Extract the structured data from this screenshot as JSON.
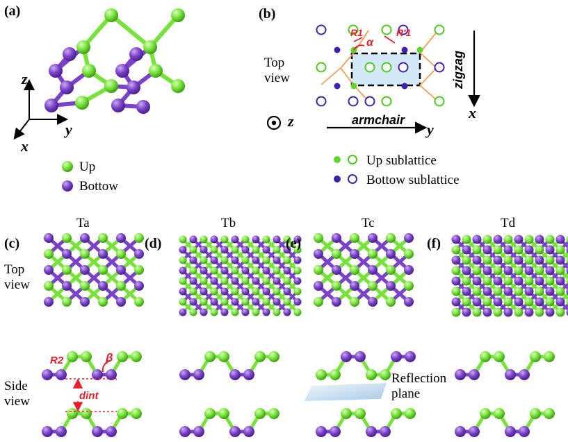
{
  "panels": {
    "a": "(a)",
    "b": "(b)",
    "c": "(c)",
    "d": "(d)",
    "e": "(e)",
    "f": "(f)"
  },
  "a": {
    "axis_z": "z",
    "axis_y": "y",
    "axis_x": "x",
    "legend_up": "Up",
    "legend_bottom": "Bottow"
  },
  "b": {
    "top_view": "Top view",
    "zigzag": "zigzag",
    "armchair": "armchair",
    "axis_z": "z",
    "axis_y": "y",
    "axis_x": "x",
    "R1": "R1",
    "R1p": "R′1",
    "alpha": "α",
    "legend_up": "Up sublattice",
    "legend_bottom": "Bottow sublattice"
  },
  "columns": [
    "Ta",
    "Tb",
    "Tc",
    "Td"
  ],
  "rows": {
    "top_view": "Top view",
    "side_view": "Side view"
  },
  "side": {
    "R2": "R2",
    "beta": "β",
    "dint": "dint",
    "reflection": "Reflection plane"
  },
  "colors": {
    "up": "#77e23a",
    "bottom": "#7a42c8",
    "bond_orange": "#f0a050",
    "red": "#e8202c",
    "cell": "#d4e9f7"
  }
}
